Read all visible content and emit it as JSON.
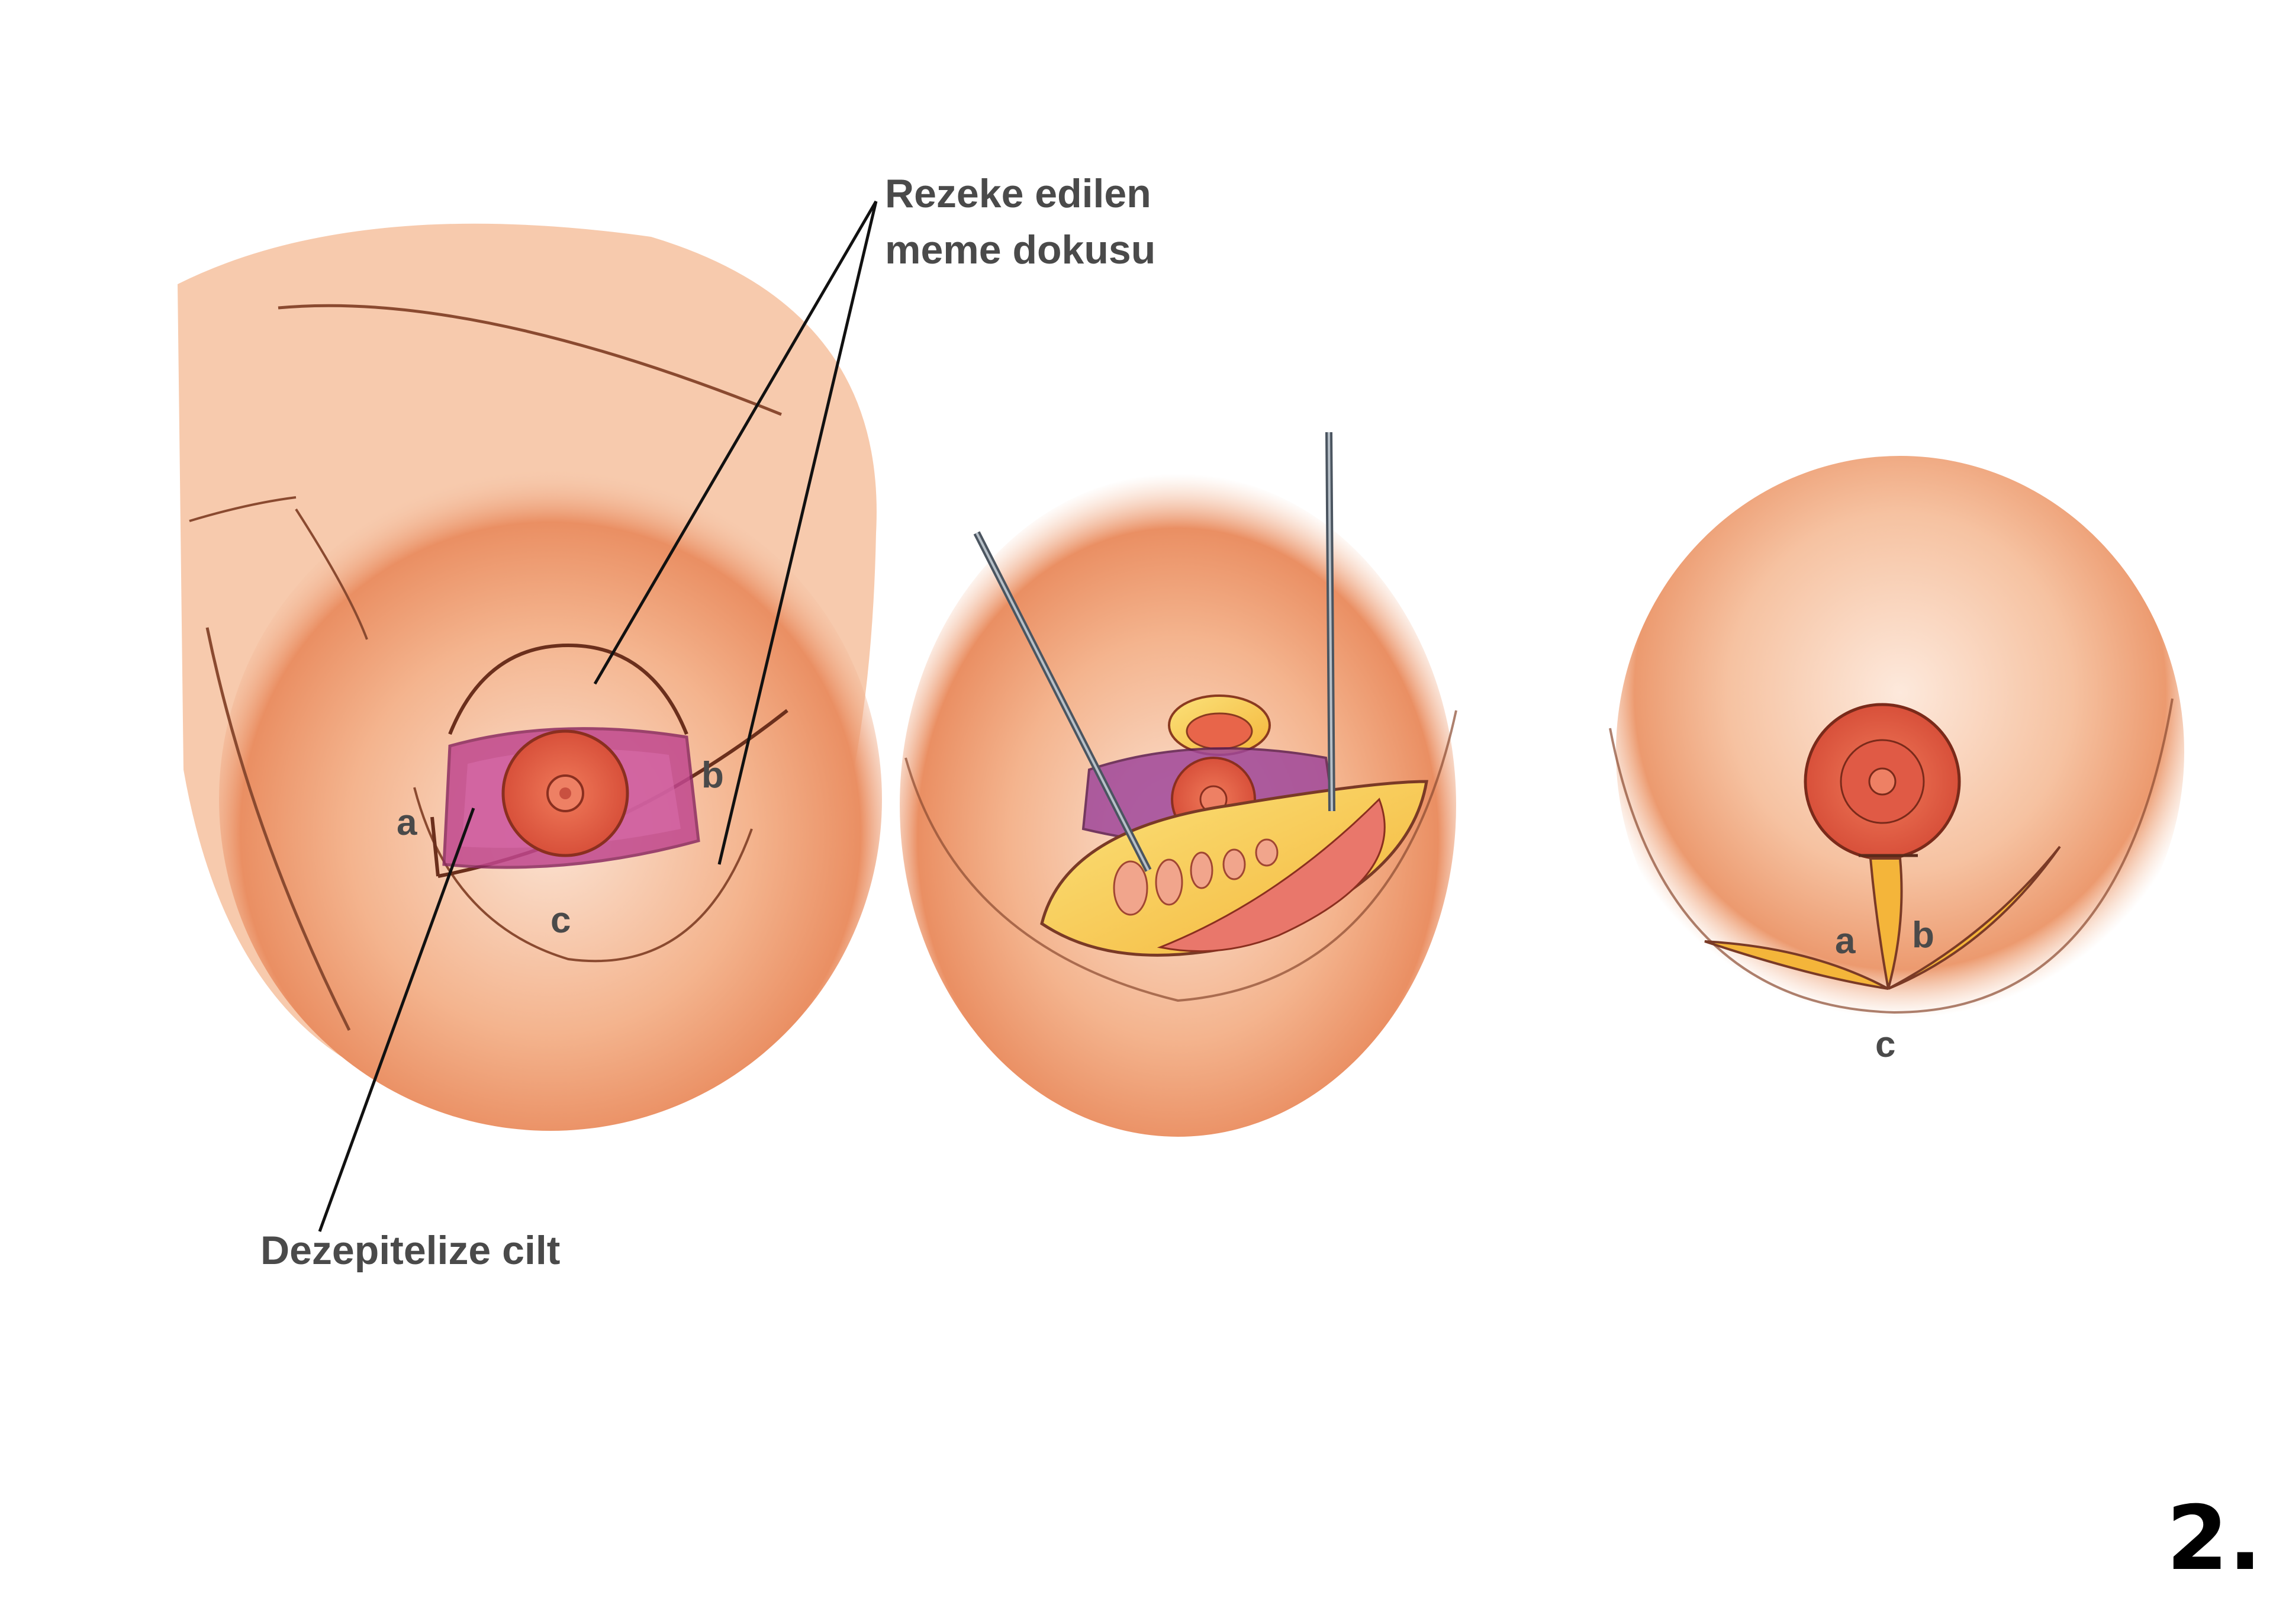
{
  "labels": {
    "resected_tissue_line1": "Rezeke edilen",
    "resected_tissue_line2": "meme dokusu",
    "deepithelized_skin": "Dezepitelize cilt"
  },
  "panel1": {
    "point_a": "a",
    "point_b": "b",
    "point_c": "c"
  },
  "panel3": {
    "point_a": "a",
    "point_b": "b",
    "point_c": "c"
  },
  "figure_number": "2.",
  "colors": {
    "skin": "#f2a877",
    "skin_dark": "#e07a55",
    "areola": "#e8654a",
    "deepithelized": "#c0478e",
    "fat": "#f7c94a",
    "outline": "#7a3a26",
    "text": "#4a4a4a"
  }
}
